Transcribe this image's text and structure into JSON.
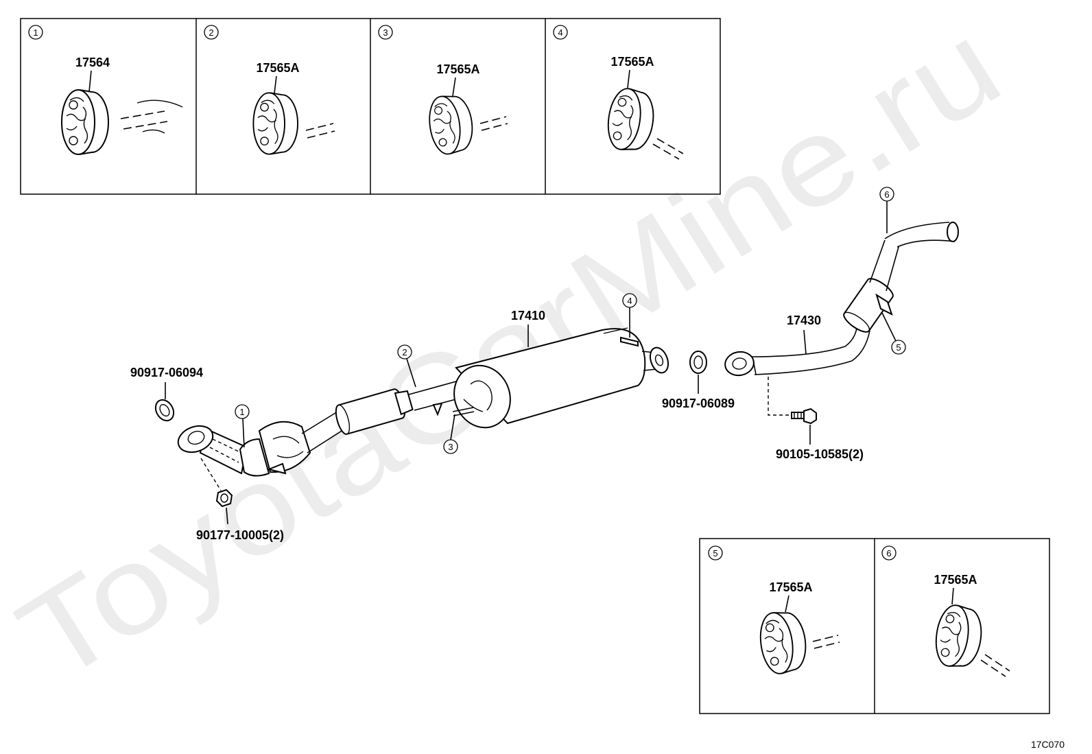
{
  "detail_panels": [
    {
      "index": "1",
      "part_number": "17564"
    },
    {
      "index": "2",
      "part_number": "17565A"
    },
    {
      "index": "3",
      "part_number": "17565A"
    },
    {
      "index": "4",
      "part_number": "17565A"
    },
    {
      "index": "5",
      "part_number": "17565A"
    },
    {
      "index": "6",
      "part_number": "17565A"
    }
  ],
  "callouts": [
    "1",
    "2",
    "3",
    "4",
    "5",
    "6"
  ],
  "parts": {
    "gasket_front": "90917-06094",
    "nut_front": "90177-10005(2)",
    "center_pipe": "17410",
    "gasket_rear": "90917-06089",
    "tail_pipe": "17430",
    "bolt_rear": "90105-10585(2)"
  },
  "diagram_code": "17C070",
  "watermark": "ToyotaCarMine.ru"
}
